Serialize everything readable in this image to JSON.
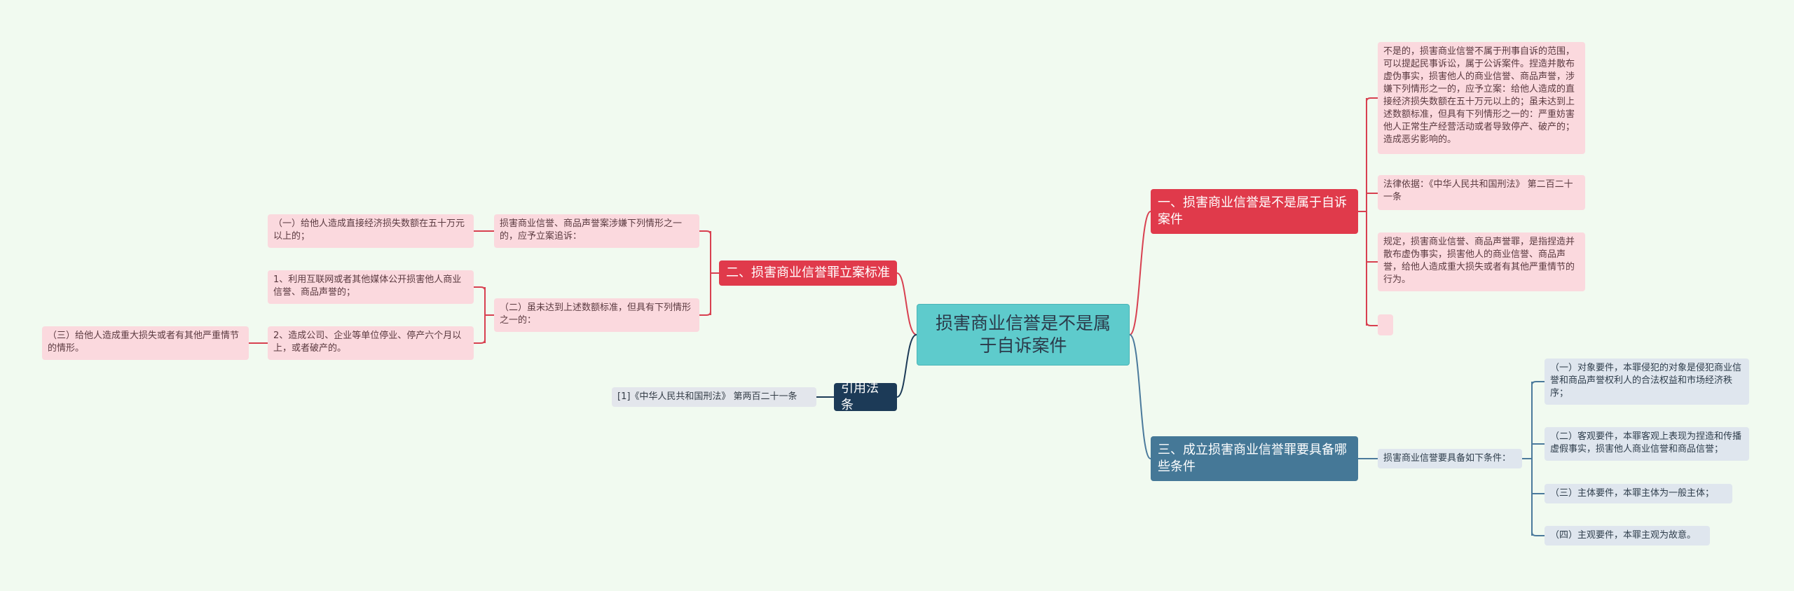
{
  "colors": {
    "background": "#f1faf0",
    "root": "#5ecbcc",
    "branch_red": "#e03a4b",
    "branch_blue": "#457897",
    "branch_navy": "#1c3a57",
    "leaf_pink": "#fbd9de",
    "leaf_blue": "#dfe6ee",
    "link_red": "#d84050",
    "link_blue": "#4b7a9c",
    "link_navy": "#1c3a57"
  },
  "root": {
    "label": "损害商业信誉是不是属于自诉案件"
  },
  "right": {
    "branch1": {
      "label": "一、损害商业信誉是不是属于自诉案件",
      "children": [
        "不是的，损害商业信誉不属于刑事自诉的范围，可以提起民事诉讼，属于公诉案件。捏造并散布虚伪事实，损害他人的商业信誉、商品声誉，涉嫌下列情形之一的，应予立案：给他人造成的直接经济损失数额在五十万元以上的；虽未达到上述数额标准，但具有下列情形之一的：严重妨害他人正常生产经营活动或者导致停产、破产的；造成恶劣影响的。",
        "法律依据：《中华人民共和国刑法》 第二百二十一条",
        "规定，损害商业信誉、商品声誉罪，是指捏造并散布虚伪事实，损害他人的商业信誉、商品声誉，给他人造成重大损失或者有其他严重情节的行为。",
        ""
      ]
    },
    "branch3": {
      "label": "三、成立损害商业信誉罪要具备哪些条件",
      "child": "损害商业信誉要具备如下条件：",
      "grandchildren": [
        "（一）对象要件，本罪侵犯的对象是侵犯商业信誉和商品声誉权利人的合法权益和市场经济秩序；",
        "（二）客观要件，本罪客观上表现为捏造和传播虚假事实，损害他人商业信誉和商品信誉；",
        "（三）主体要件，本罪主体为一般主体；",
        "（四）主观要件，本罪主观为故意。"
      ]
    }
  },
  "left": {
    "branch2": {
      "label": "二、损害商业信誉罪立案标准",
      "child1": {
        "label": "损害商业信誉、商品声誉案涉嫌下列情形之一的，应予立案追诉：",
        "children": [
          "（一）给他人造成直接经济损失数额在五十万元以上的；"
        ]
      },
      "child2": {
        "label": "（二）虽未达到上述数额标准，但具有下列情形之一的：",
        "children": [
          "1、利用互联网或者其他媒体公开损害他人商业信誉、商品声誉的；",
          "2、造成公司、企业等单位停业、停产六个月以上，或者破产的。"
        ],
        "grandchild": "（三）给他人造成重大损失或者有其他严重情节的情形。"
      }
    },
    "cite": {
      "label": "引用法条",
      "child": "[1]《中华人民共和国刑法》 第两百二十一条"
    }
  }
}
